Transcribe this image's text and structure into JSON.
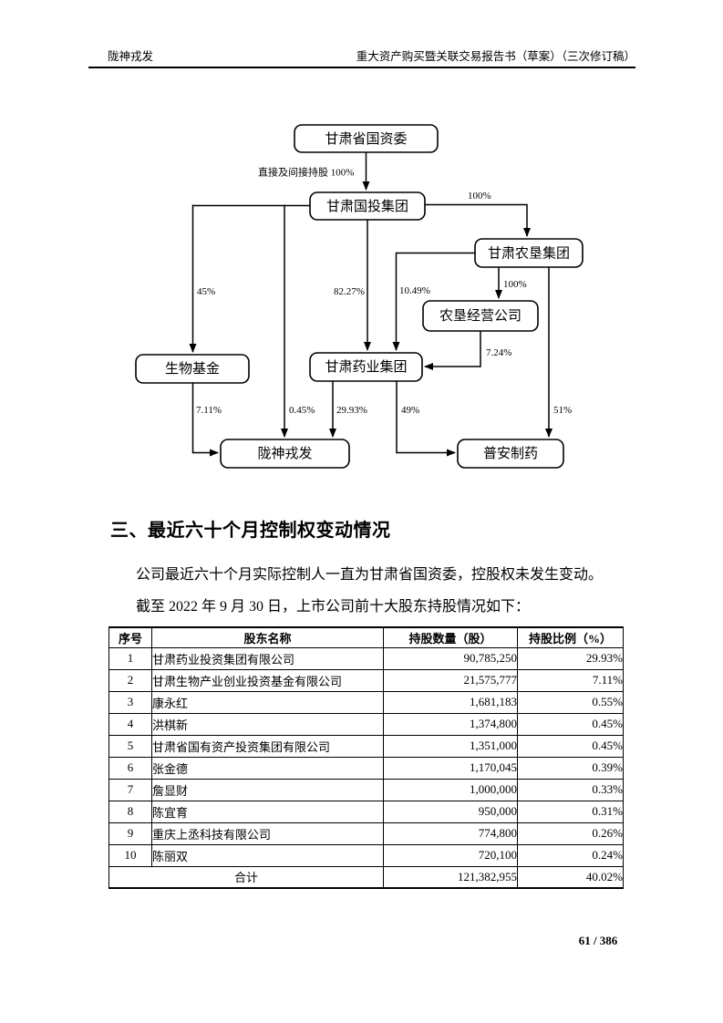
{
  "colors": {
    "ink": "#000000",
    "paper": "#ffffff"
  },
  "header": {
    "left": "陇神戎发",
    "right": "重大资产购买暨关联交易报告书（草案）（三次修订稿）"
  },
  "chart": {
    "type": "org-structure-flowchart",
    "nodes": [
      {
        "id": "gzw",
        "label": "甘肃省国资委"
      },
      {
        "id": "gtjt",
        "label": "甘肃国投集团"
      },
      {
        "id": "nkjt",
        "label": "甘肃农垦集团"
      },
      {
        "id": "nkjy",
        "label": "农垦经营公司"
      },
      {
        "id": "swjj",
        "label": "生物基金"
      },
      {
        "id": "yyjt",
        "label": "甘肃药业集团"
      },
      {
        "id": "lssf",
        "label": "陇神戎发"
      },
      {
        "id": "pazy",
        "label": "普安制药"
      }
    ],
    "edge_labels": {
      "gzw_gtjt": "直接及间接持股 100%",
      "gtjt_nkjt": "100%",
      "nkjt_nkjy": "100%",
      "gtjt_swjj": "45%",
      "gtjt_yyjt": "82.27%",
      "nkjt_yyjt": "10.49%",
      "nkjy_yyjt": "7.24%",
      "gtjt_lssf": "0.45%",
      "swjj_lssf": "7.11%",
      "yyjt_lssf": "29.93%",
      "yyjt_pazy": "49%",
      "nkjt_pazy": "51%"
    }
  },
  "section": {
    "heading": "三、最近六十个月控制权变动情况",
    "para1": "公司最近六十个月实际控制人一直为甘肃省国资委，控股权未发生变动。",
    "para2": "截至 2022 年 9 月 30 日，上市公司前十大股东持股情况如下："
  },
  "table": {
    "headers": [
      "序号",
      "股东名称",
      "持股数量（股）",
      "持股比例（%）"
    ],
    "rows": [
      [
        "1",
        "甘肃药业投资集团有限公司",
        "90,785,250",
        "29.93%"
      ],
      [
        "2",
        "甘肃生物产业创业投资基金有限公司",
        "21,575,777",
        "7.11%"
      ],
      [
        "3",
        "康永红",
        "1,681,183",
        "0.55%"
      ],
      [
        "4",
        "洪棋新",
        "1,374,800",
        "0.45%"
      ],
      [
        "5",
        "甘肃省国有资产投资集团有限公司",
        "1,351,000",
        "0.45%"
      ],
      [
        "6",
        "张金德",
        "1,170,045",
        "0.39%"
      ],
      [
        "7",
        "詹显财",
        "1,000,000",
        "0.33%"
      ],
      [
        "8",
        "陈宜育",
        "950,000",
        "0.31%"
      ],
      [
        "9",
        "重庆上丞科技有限公司",
        "774,800",
        "0.26%"
      ],
      [
        "10",
        "陈丽双",
        "720,100",
        "0.24%"
      ]
    ],
    "total": {
      "label": "合计",
      "shares": "121,382,955",
      "pct": "40.02%"
    }
  },
  "footer": {
    "page": "61 / 386"
  }
}
